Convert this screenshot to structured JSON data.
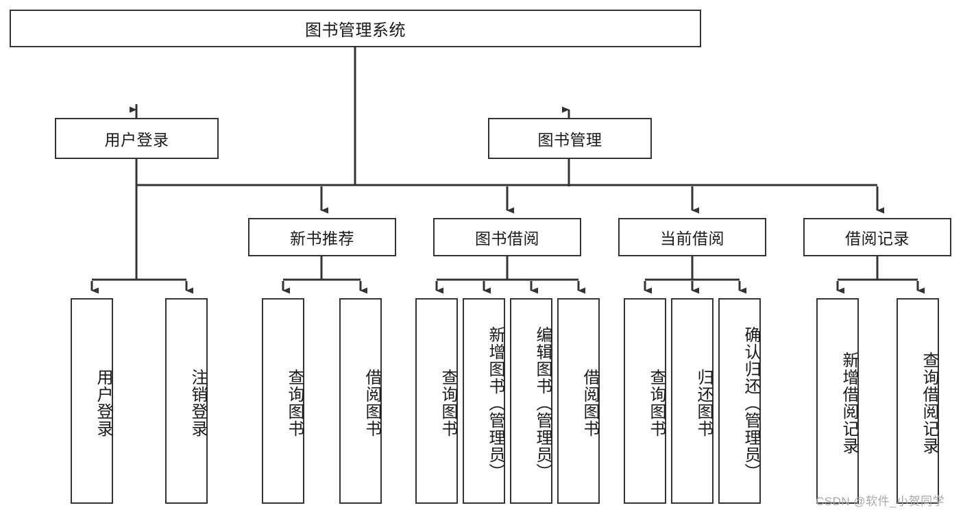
{
  "diagram": {
    "title": "图书管理系统",
    "type": "functional-decomposition-tree",
    "root": {
      "label": "图书管理系统"
    },
    "level1": [
      {
        "label": "用户登录"
      },
      {
        "label": "图书管理"
      }
    ],
    "level2": [
      {
        "label": "新书推荐"
      },
      {
        "label": "图书借阅"
      },
      {
        "label": "当前借阅"
      },
      {
        "label": "借阅记录"
      }
    ],
    "leaves": {
      "user_login": [
        {
          "label": "用户登录"
        },
        {
          "label": "注销登录"
        }
      ],
      "new_book_recommend": [
        {
          "label": "查询图书"
        },
        {
          "label": "借阅图书"
        }
      ],
      "book_borrow": [
        {
          "label": "查询图书"
        },
        {
          "label": "新增图书（管理员）"
        },
        {
          "label": "编辑图书（管理员）"
        },
        {
          "label": "借阅图书"
        }
      ],
      "current_borrow": [
        {
          "label": "查询图书"
        },
        {
          "label": "归还图书"
        },
        {
          "label": "确认归还（管理员）"
        }
      ],
      "borrow_record": [
        {
          "label": "新增借阅记录"
        },
        {
          "label": "查询借阅记录"
        }
      ]
    }
  },
  "watermark": {
    "text": "CSDN @软件_小贺同学"
  },
  "colors": {
    "stroke": "#333333",
    "box_fill": "#ffffff",
    "text": "#1a1a1a",
    "watermark": "#a8a8a8",
    "background": "#ffffff"
  }
}
